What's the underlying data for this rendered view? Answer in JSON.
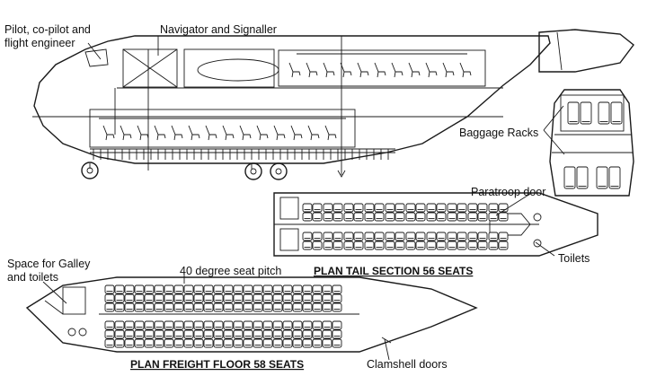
{
  "labels": {
    "crew": [
      "Pilot, co-pilot and",
      "flight engineer"
    ],
    "navigator": "Navigator and Signaller",
    "baggage": "Baggage Racks",
    "paratroop": "Paratroop door",
    "toilets": "Toilets",
    "galley": [
      "Space for Galley",
      "and toilets"
    ],
    "seat_pitch": "40 degree seat pitch",
    "clamshell": "Clamshell doors"
  },
  "titles": {
    "tail": "PLAN TAIL SECTION 56 SEATS",
    "freight": "PLAN FREIGHT FLOOR 58 SEATS"
  },
  "colors": {
    "ink": "#1a1a1a",
    "background": "#ffffff"
  }
}
